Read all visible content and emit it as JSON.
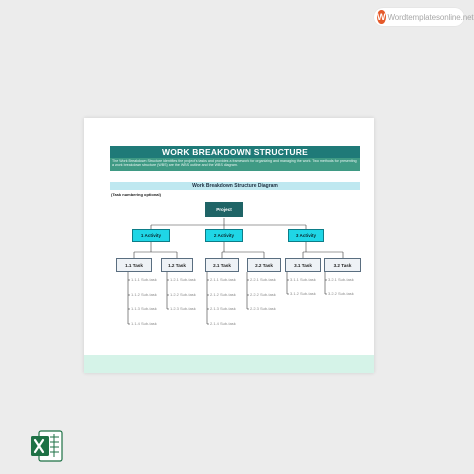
{
  "watermark": {
    "logo_letter": "W",
    "site": "Wordtemplatesonline.net"
  },
  "document": {
    "title": "WORK BREAKDOWN STRUCTURE",
    "intro": "The Work Breakdown Structure identifies the project's tasks and provides a framework for organizing and managing the work. Two methods for presenting a work breakdown structure (WBS) are the WBS outline and the WBS diagram.",
    "diagram_title": "Work Breakdown Structure Diagram",
    "numbering_note": "(Task numbering optional)"
  },
  "tree": {
    "project": "Project",
    "activities": [
      "1 Activity",
      "2 Activity",
      "3 Activity"
    ],
    "tasks": [
      "1.1 Task",
      "1.2 Task",
      "2.1 Task",
      "2.2 Task",
      "3.1 Task",
      "3.2 Task"
    ],
    "subtasks": {
      "t11": [
        "1.1.1 Sub-task",
        "1.1.2 Sub-task",
        "1.1.3 Sub-task",
        "1.1.4 Sub-task"
      ],
      "t12": [
        "1.2.1 Sub-task",
        "1.2.2 Sub-task",
        "1.2.3 Sub-task"
      ],
      "t21": [
        "2.1.1 Sub-task",
        "2.1.2 Sub-task",
        "2.1.3 Sub-task",
        "2.1.4 Sub-task"
      ],
      "t22": [
        "2.2.1 Sub-task",
        "2.2.2 Sub-task",
        "2.2.3 Sub-task"
      ],
      "t31": [
        "3.1.1 Sub-task",
        "3.1.2 Sub-task"
      ],
      "t32": [
        "3.2.1 Sub-task",
        "3.2.2 Sub-task"
      ]
    }
  },
  "file_type_icon": "excel-icon",
  "colors": {
    "title_bar": "#1f7a78",
    "project_node": "#1f6466",
    "activity_node": "#1fd6e6",
    "excel_green": "#1e7145"
  }
}
